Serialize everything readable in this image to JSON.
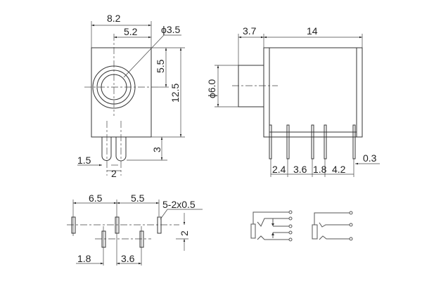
{
  "front_view": {
    "width": "8.2",
    "hole_offset": "5.2",
    "hole_diameter": "ϕ3.5",
    "hole_height": "5.5",
    "body_height": "12.5",
    "pin_length": "3",
    "pin_width": "1.5",
    "pin_pitch": "2"
  },
  "side_view": {
    "nose_length": "3.7",
    "body_length": "14",
    "nose_diameter": "ϕ6.0",
    "pin_spacing": [
      "2.4",
      "3.6",
      "1.8",
      "4.2"
    ],
    "edge_offset": "0.3"
  },
  "footprint": {
    "spacing_a": "6.5",
    "spacing_b": "5.5",
    "slot_spec": "5-2x0.5",
    "row_offset": "2",
    "offset_c": "1.8",
    "offset_d": "3.6"
  }
}
